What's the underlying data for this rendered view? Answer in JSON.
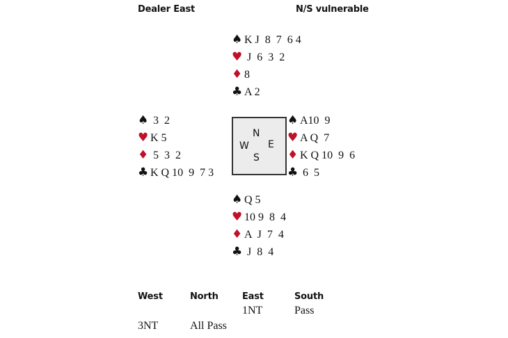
{
  "header": {
    "dealer": "Dealer East",
    "vulnerability": "N/S vulnerable"
  },
  "colors": {
    "red_suit": "#c0102a",
    "black_suit": "#111111",
    "compass_bg": "#ececec"
  },
  "suit_symbols": {
    "spades": "♠",
    "hearts": "♥",
    "diamonds": "♦",
    "clubs": "♣"
  },
  "hands": {
    "north": {
      "spades": "K J  8  7  6 4",
      "hearts": " J  6  3  2",
      "diamonds": "8",
      "clubs": "A 2"
    },
    "west": {
      "spades": " 3  2",
      "hearts": "K 5",
      "diamonds": " 5  3  2",
      "clubs": "K Q 10  9  7 3"
    },
    "east": {
      "spades": "A10  9",
      "hearts": "A Q  7",
      "diamonds": "K Q 10  9  6",
      "clubs": " 6  5"
    },
    "south": {
      "spades": "Q 5",
      "hearts": "10 9  8  4",
      "diamonds": "A  J  7  4",
      "clubs": " J  8  4"
    }
  },
  "compass": {
    "n": "N",
    "s": "S",
    "e": "E",
    "w": "W"
  },
  "auction": {
    "headers": [
      "West",
      "North",
      "East",
      "South"
    ],
    "rows": [
      [
        "",
        "",
        "1NT",
        "Pass"
      ],
      [
        "3NT",
        "All Pass",
        "",
        ""
      ]
    ]
  }
}
